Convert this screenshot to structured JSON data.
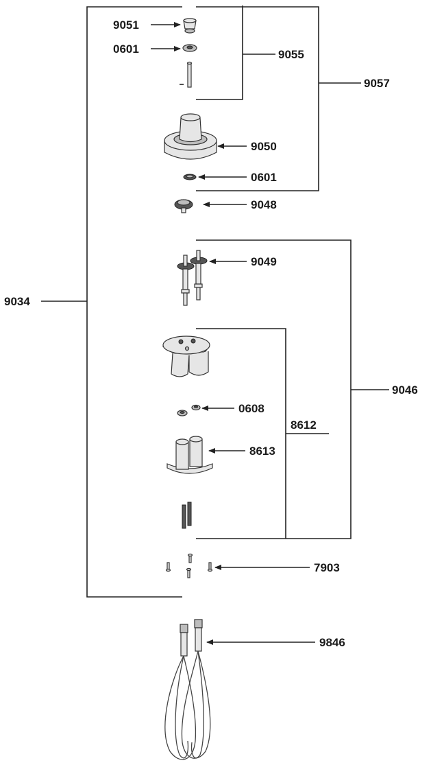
{
  "labels": {
    "p9051": "9051",
    "p0601_top": "0601",
    "p9055": "9055",
    "p9057": "9057",
    "p9050": "9050",
    "p0601_mid": "0601",
    "p9048": "9048",
    "p9049": "9049",
    "p9034": "9034",
    "p9046": "9046",
    "p0608": "0608",
    "p8612": "8612",
    "p8613": "8613",
    "p7903": "7903",
    "p9846": "9846"
  },
  "colors": {
    "line": "#222222",
    "text": "#1a1a1a",
    "part_fill": "#e6e6e6"
  }
}
